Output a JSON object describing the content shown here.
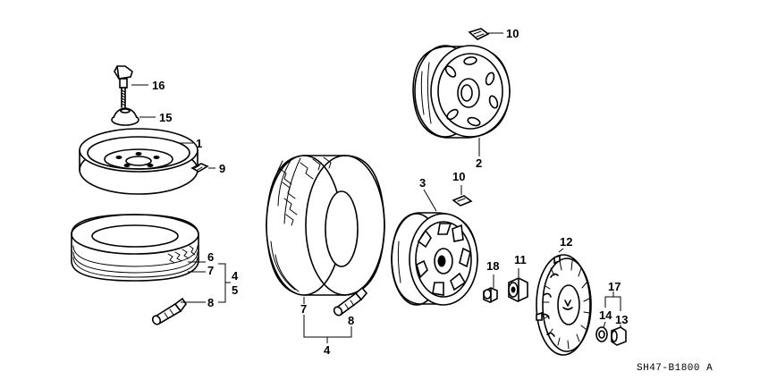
{
  "callouts": {
    "c1": "1",
    "c2": "2",
    "c3": "3",
    "c4a": "4",
    "c4b": "4",
    "c5": "5",
    "c6": "6",
    "c7a": "7",
    "c7b": "7",
    "c8a": "8",
    "c8b": "8",
    "c9": "9",
    "c10a": "10",
    "c10b": "10",
    "c11": "11",
    "c12": "12",
    "c13": "13",
    "c14": "14",
    "c15": "15",
    "c16": "16",
    "c17": "17",
    "c18": "18"
  },
  "diagram_code": "SH47-B1800 A"
}
